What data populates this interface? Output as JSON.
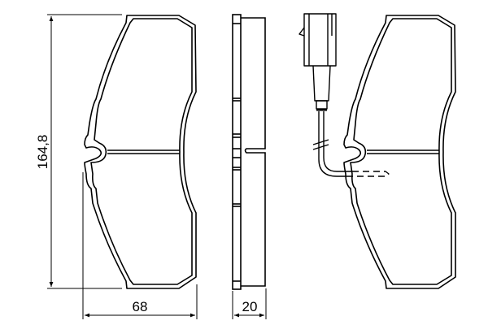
{
  "drawing": {
    "subject": "brake pad technical drawing",
    "views": [
      "front-view",
      "side-view",
      "front-view-with-wear-sensor"
    ],
    "colors": {
      "line": "#000000",
      "background": "#ffffff"
    }
  },
  "dimensions": {
    "height": {
      "label": "164,8"
    },
    "width": {
      "label": "68"
    },
    "thickness": {
      "label": "20"
    }
  }
}
